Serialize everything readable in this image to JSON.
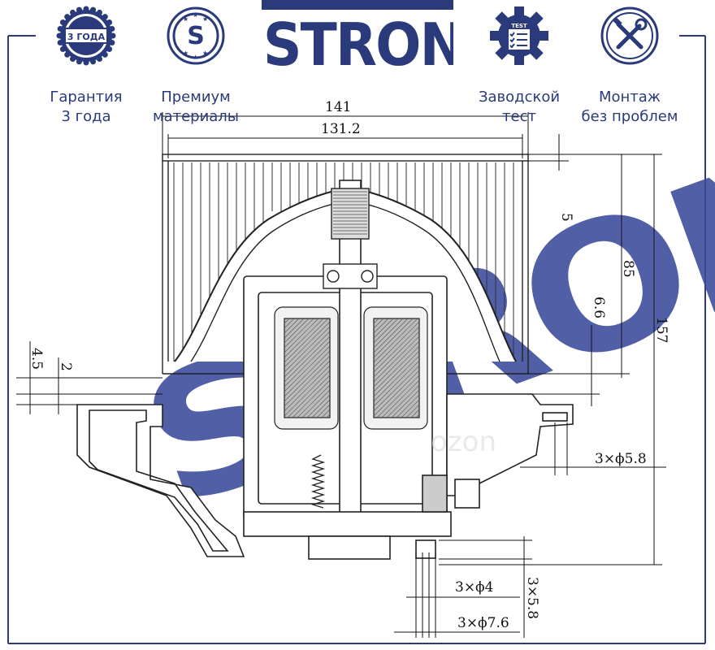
{
  "brand": {
    "logo_text": "STRON",
    "watermark_text": "STRON",
    "color": "#2a3a7a"
  },
  "badges": [
    {
      "icon": "warranty-stamp-icon",
      "stamp_text": "3 ГОДА",
      "caption": "Гарантия\n3 года"
    },
    {
      "icon": "premium-s-icon",
      "stamp_text": "S",
      "caption": "Премиум\nматериалы"
    },
    {
      "icon": "factory-test-gear-icon",
      "stamp_text": "TEST",
      "caption": "Заводской\nтест"
    },
    {
      "icon": "tools-wrench-screwdriver-icon",
      "stamp_text": "",
      "caption": "Монтаж\nбез проблем"
    }
  ],
  "dimensions": {
    "width_overall": "141",
    "width_impeller": "131.2",
    "top_offset": "5",
    "height_85": "85",
    "height_157": "157",
    "step_6_6": "6.6",
    "flange_4_5": "4.5",
    "flange_2": "2",
    "holes_right": "3×ϕ5.8",
    "holes_bottom_4": "3×ϕ4",
    "holes_bottom_7_6": "3×ϕ7.6",
    "holes_bottom_5_8": "3×5.8"
  },
  "watermark_overlay": "ozon"
}
